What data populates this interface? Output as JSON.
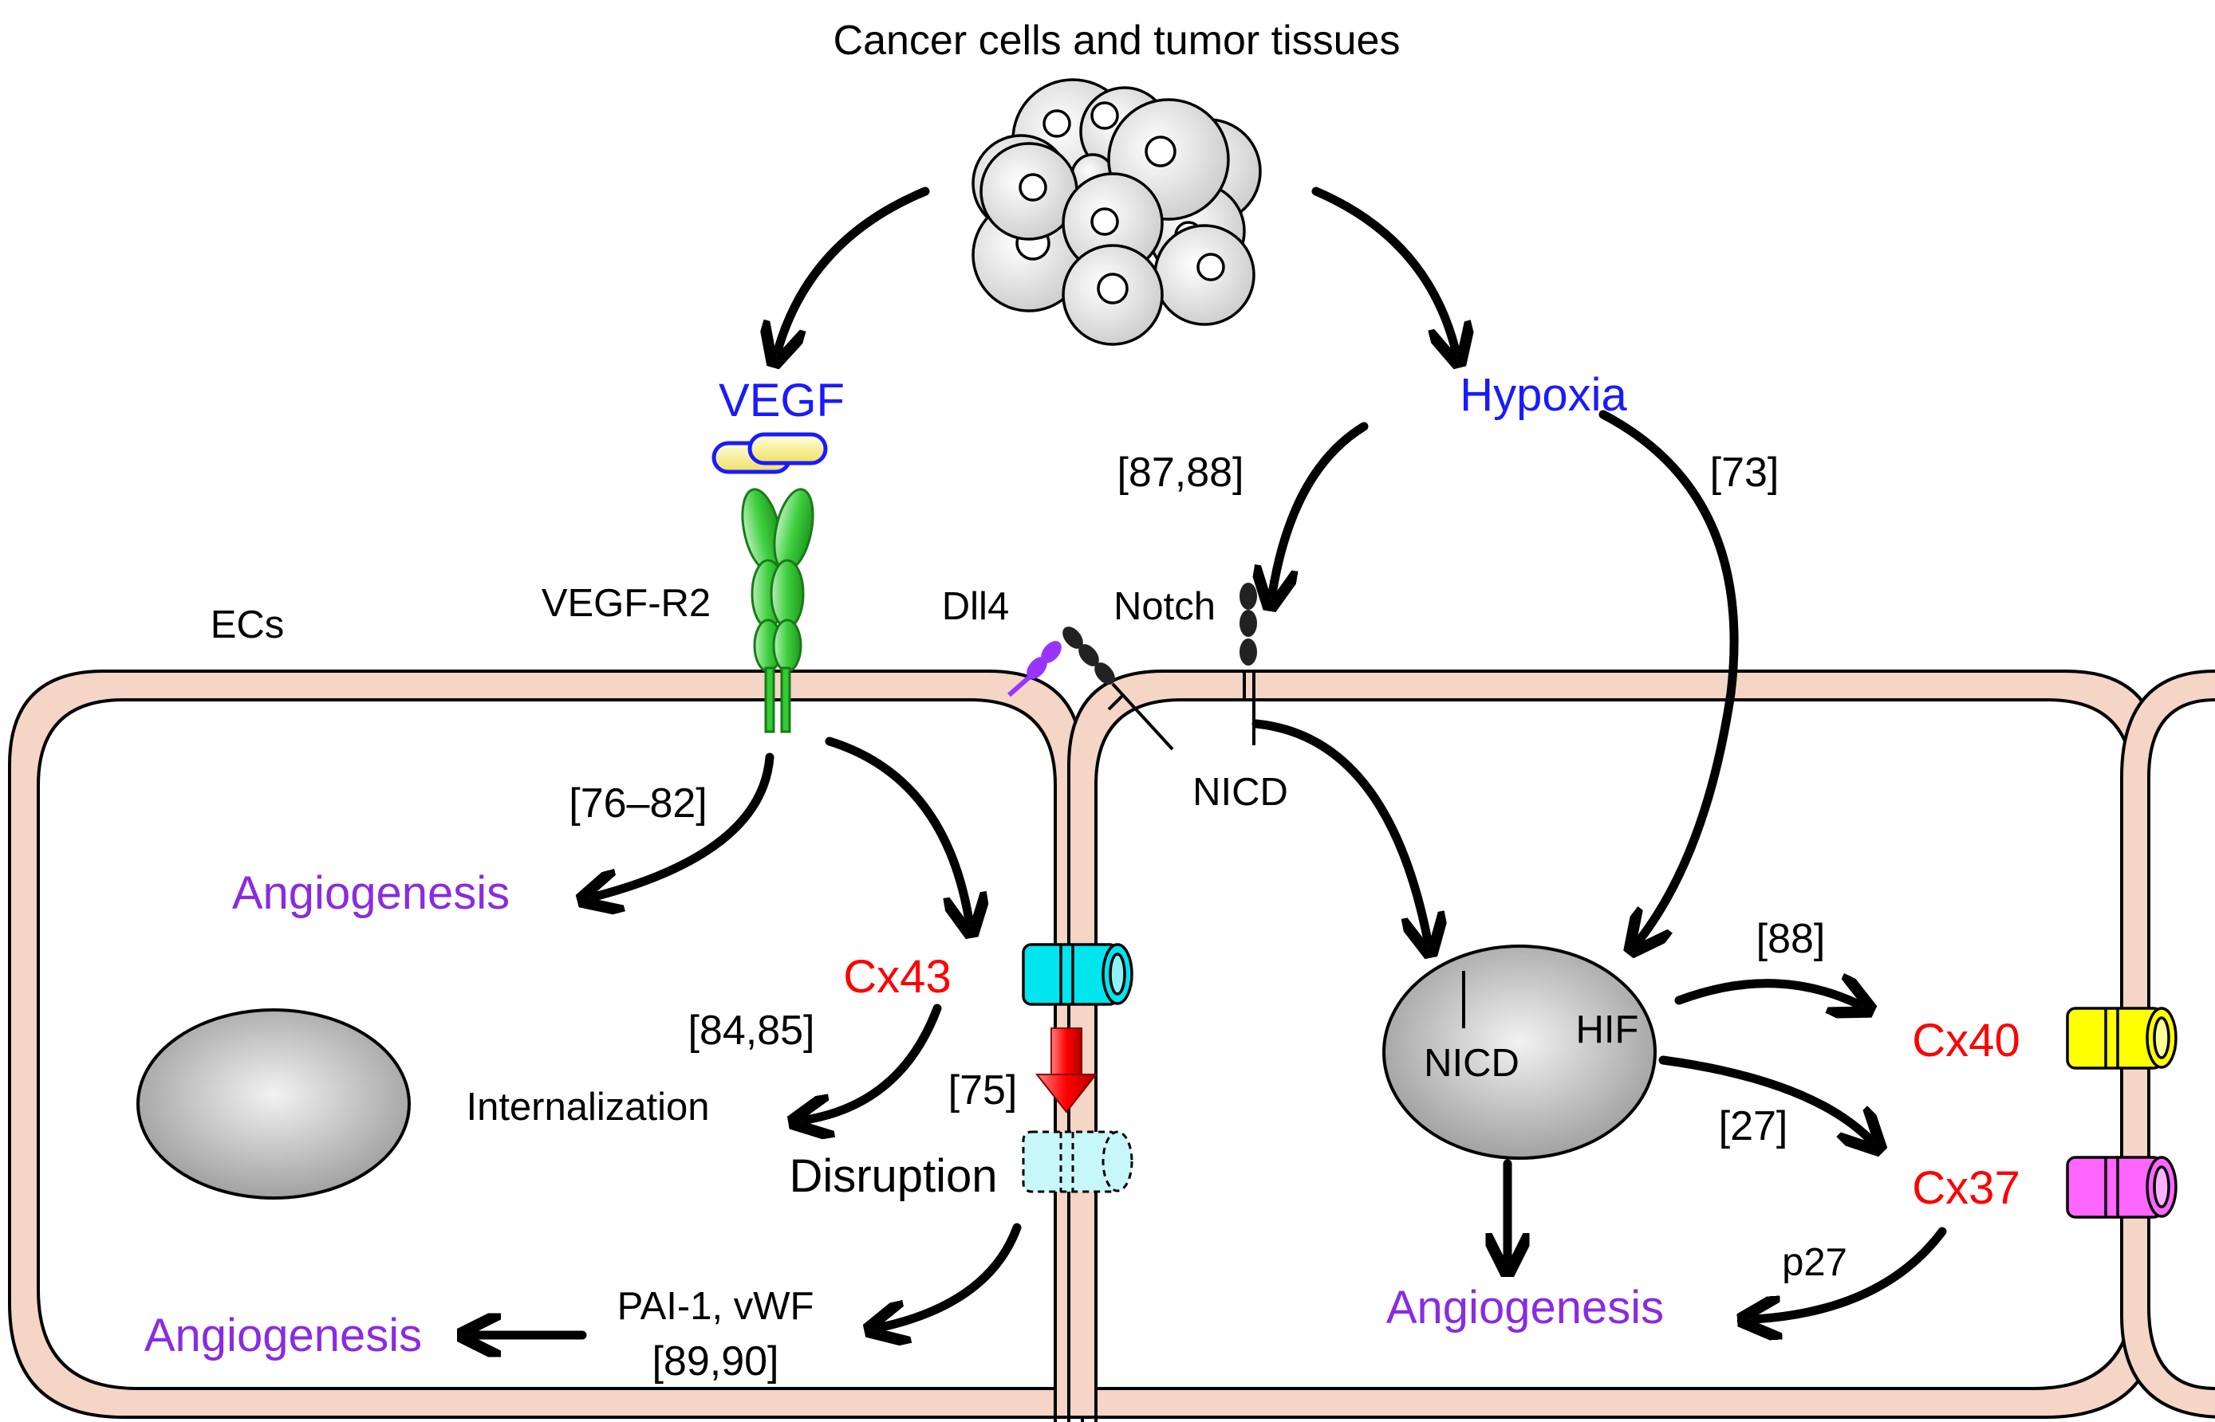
{
  "top": {
    "title": "Cancer cells and tumor tissues"
  },
  "signals": {
    "vegf": "VEGF",
    "hypoxia": "Hypoxia"
  },
  "receptors": {
    "vegfr2": "VEGF-R2",
    "dll4": "Dll4",
    "notch": "Notch",
    "nicd_membrane": "NICD"
  },
  "cells": {
    "ecs": "ECs"
  },
  "refs": {
    "r87_88": "[87,88]",
    "r73": "[73]",
    "r76_82": "[76–82]",
    "r84_85": "[84,85]",
    "r75": "[75]",
    "r88": "[88]",
    "r27": "[27]",
    "r89_90": "[89,90]"
  },
  "left_cell": {
    "angiogenesis_top": "Angiogenesis",
    "cx43": "Cx43",
    "internalization": "Internalization",
    "disruption": "Disruption",
    "pai_vwf": "PAI-1, vWF",
    "angiogenesis_bottom": "Angiogenesis"
  },
  "right_cell": {
    "nucleus_nicd": "NICD",
    "nucleus_hif": "HIF",
    "cx40": "Cx40",
    "cx37": "Cx37",
    "p27": "p27",
    "angiogenesis": "Angiogenesis"
  },
  "colors": {
    "blue_label": "#1a1aff",
    "red_label": "#ff0000",
    "purple_label": "#8a2be2",
    "cell_fill": "#f4d5c6",
    "cx43": "#00e5ee",
    "cx40": "#ffff00",
    "cx37": "#ff66ff",
    "vegfr2": "#33cc33",
    "dll4": "#9933ff"
  }
}
